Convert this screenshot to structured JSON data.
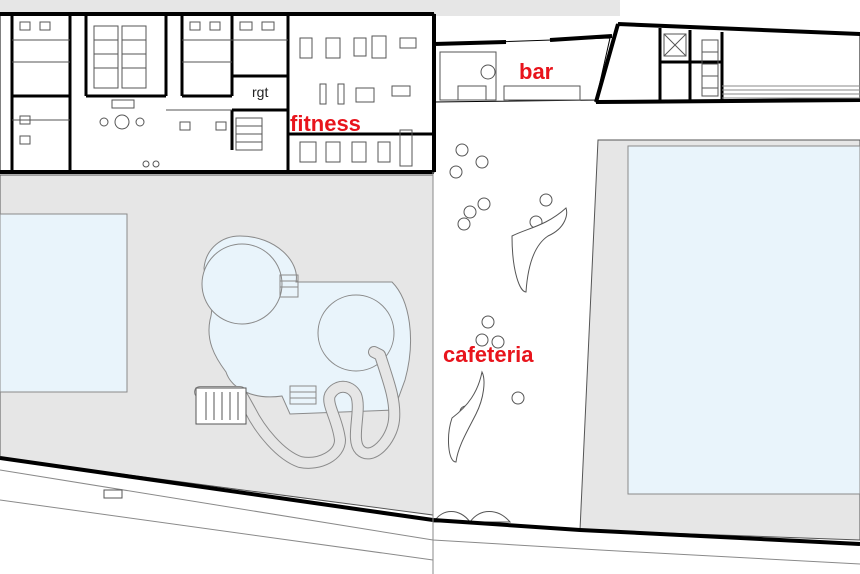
{
  "labels": {
    "fitness": "fitness",
    "bar": "bar",
    "cafeteria": "cafeteria",
    "rgt": "rgt"
  },
  "colors": {
    "label_red": "#e8141c",
    "paving_grey": "#e6e6e6",
    "pool_blue": "#e9f4fb",
    "wall_black": "#000000",
    "line_grey": "#8a8a8a"
  },
  "icons": [
    "gym-equipment-icon",
    "table-chair-icon",
    "toilet-icon",
    "stair-icon",
    "lounger-icon",
    "bench-icon"
  ]
}
